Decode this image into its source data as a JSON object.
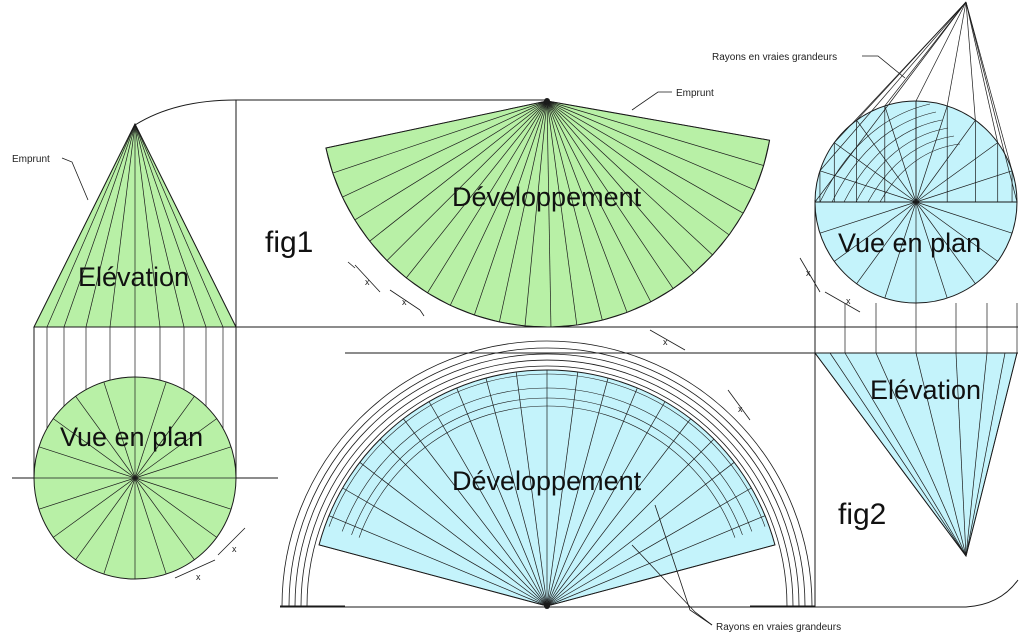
{
  "colors": {
    "green": "#b8f0a6",
    "blue": "#c4f3fb",
    "line": "#1a1a1a"
  },
  "fig1": {
    "label": "fig1",
    "elevation": "Elévation",
    "plan": "Vue en plan",
    "development": "Développement",
    "emprunt_left": "Emprunt",
    "emprunt_top": "Emprunt",
    "dim": "x"
  },
  "fig2": {
    "label": "fig2",
    "elevation": "Elévation",
    "plan": "Vue en plan",
    "development": "Développement",
    "rays_top": "Rayons en vraies grandeurs",
    "rays_bottom": "Rayons en vraies grandeurs",
    "dim": "x"
  }
}
